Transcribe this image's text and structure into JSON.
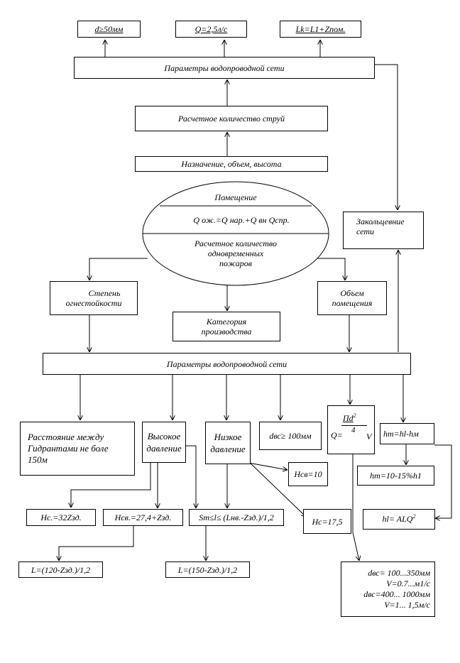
{
  "top": {
    "d": "d≥50мм",
    "q": "Q=2,5л/с",
    "lk": "Lk=L1+Zпом."
  },
  "params_top": "Параметры водопроводной сети",
  "jets": "Расчетное количество струй",
  "purpose": "Назначение, объем, высота",
  "ellipse": {
    "room": "Помещение",
    "formula": "Q ож.=Q нар.+Q вн Qспр.",
    "fires_line1": "Расчетное количество",
    "fires_line2": "одновременных",
    "fires_line3": "пожаров"
  },
  "ring": {
    "line1": "Закольцевние",
    "line2": "сети"
  },
  "fire_resist": {
    "line1": "Степень",
    "line2": "огнестойкости"
  },
  "category": {
    "line1": "Категория",
    "line2": "производства"
  },
  "volume": {
    "line1": "Объем",
    "line2": "помещения"
  },
  "params_mid": "Параметры водопроводной сети",
  "distance": {
    "line1": "Расстояние между",
    "line2": "Гидрантами не боле",
    "line3": "150м"
  },
  "high": {
    "line1": "Высокое",
    "line2": "давление"
  },
  "low": {
    "line1": "Низкое",
    "line2": "давление"
  },
  "dvs": "dвс≥ 100мм",
  "q_formula": {
    "q": "Q=",
    "num": "Пd",
    "sup": "2",
    "den": "4",
    "v": "V"
  },
  "hm": "hm=hl-hм",
  "hsv10": "Hсв=10",
  "hm_pct": "hm=10-15%h1",
  "hc32": "Hс.=32Zзд.",
  "hsv27": "Hсв.=27,4+Zзд.",
  "sm": "Sm≤l≤ (Lнв.-Zзд.)/1,2",
  "hc17": "Hс=17,5",
  "hl": {
    "text": "hl= ALQ",
    "sup": "2"
  },
  "l120": "L=(120-Zзд.)/1,2",
  "l150": "L=(150-Zзд.)/1,2",
  "dvs_range": {
    "line1": "dвс= 100...350мм",
    "line2": "V=0.7...м1/с",
    "line3": "dвс=400... 1000мм",
    "line4": "V=1... 1,5м/с"
  }
}
